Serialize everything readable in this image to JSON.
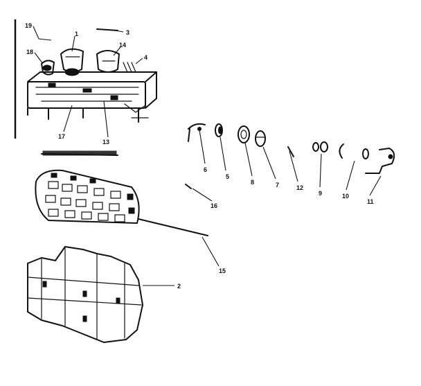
{
  "diagram": {
    "colors": {
      "ink": "#111111",
      "background": "#ffffff"
    },
    "part_labels": [
      "19",
      "1",
      "3",
      "18",
      "14",
      "4",
      "17",
      "13",
      "6",
      "5",
      "8",
      "7",
      "12",
      "9",
      "10",
      "11",
      "16",
      "15",
      "2"
    ]
  }
}
